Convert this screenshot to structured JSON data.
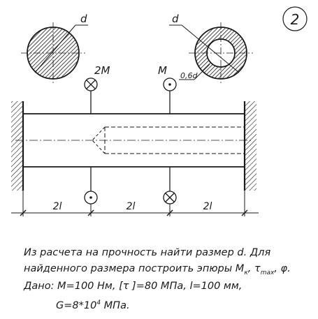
{
  "problem_number": "2",
  "labels": {
    "d_left": "d",
    "d_right": "d",
    "moment_2M": "2M",
    "moment_M": "M",
    "hole": "0,6d",
    "span_1": "2l",
    "span_2": "2l",
    "span_3": "2l"
  },
  "text": {
    "line1": "Из расчета на прочность найти размер d. Для",
    "line2_pre": "найденного размера построить эпюры M",
    "line2_sub": "к",
    "line2_mid": ", τ",
    "line2_sub2": "max",
    "line2_post": ", φ.",
    "line3": "Дано: M=100 Нм, [τ ]=80 МПа, l=100 мм,",
    "line4_pre": "G=8*10",
    "line4_sup": "4",
    "line4_post": " МПа."
  }
}
